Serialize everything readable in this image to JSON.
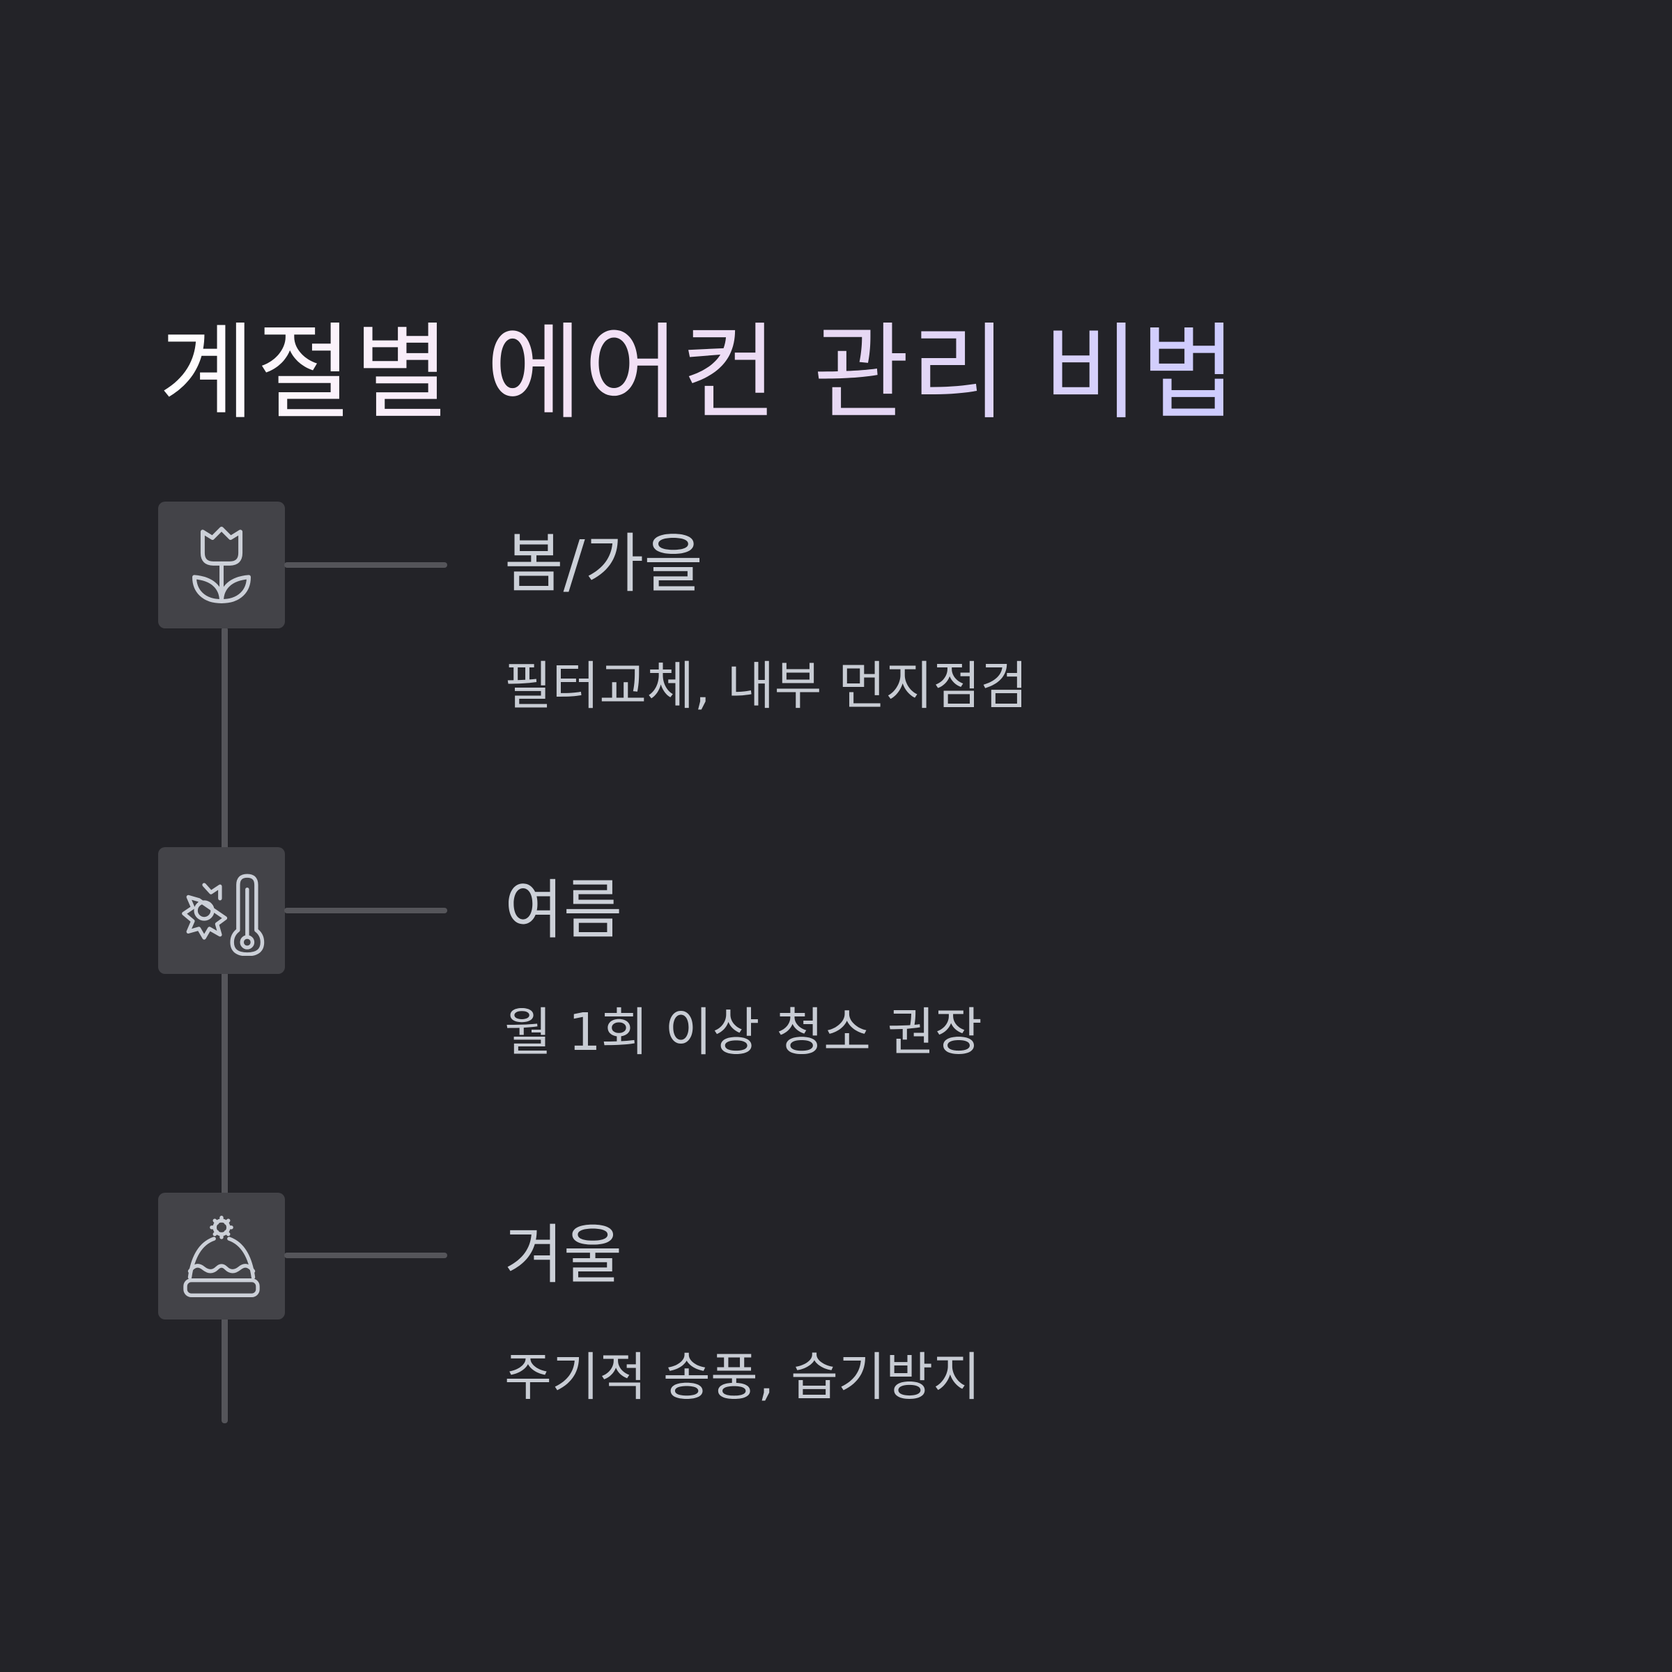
{
  "title": "계절별 에어컨 관리 비법",
  "colors": {
    "background": "#232328",
    "icon_box": "#434348",
    "line": "#55555a",
    "text": "#ccd0d8",
    "title_gradient": [
      "#ffffff",
      "#f6e4f6",
      "#e7d8f4",
      "#cccbff"
    ]
  },
  "steps": [
    {
      "icon": "tulip-flower-icon",
      "title": "봄/가을",
      "description": "필터교체, 내부 먼지점검"
    },
    {
      "icon": "sun-thermometer-icon",
      "title": "여름",
      "description": "월 1회 이상 청소 권장"
    },
    {
      "icon": "winter-hat-icon",
      "title": "겨울",
      "description": "주기적 송풍, 습기방지"
    }
  ]
}
